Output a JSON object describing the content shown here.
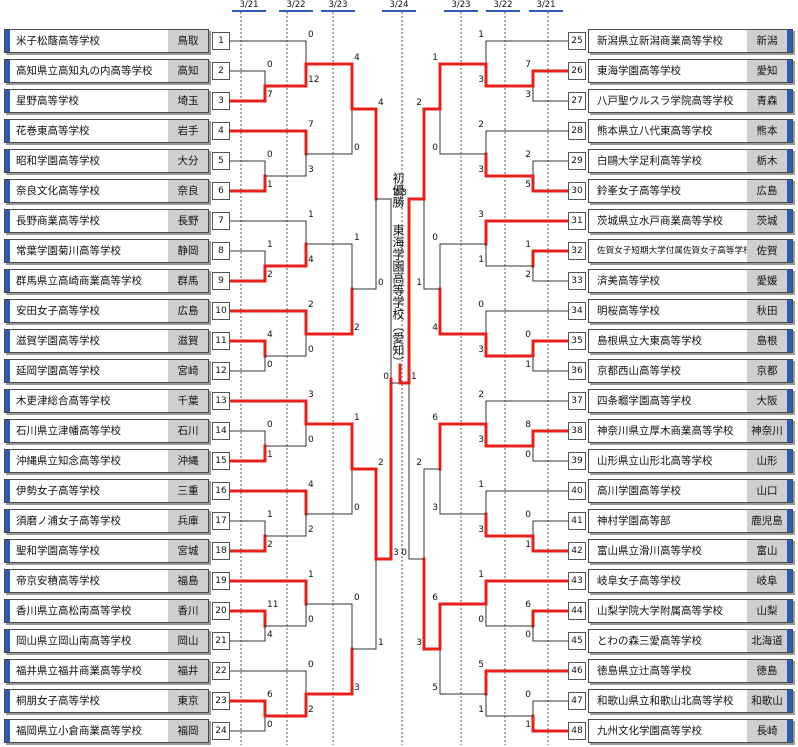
{
  "dates": {
    "left_r1": "3/21",
    "left_r2": "3/22",
    "left_r3": "3/23",
    "final": "3/24",
    "right_r3": "3/23",
    "right_r2": "3/22",
    "right_r1": "3/21"
  },
  "champion": {
    "title": "初優勝",
    "school": "東海学園高等学校（愛知）"
  },
  "colors": {
    "win": "#e8201c",
    "line": "#333333",
    "stripe": "#2d5bb5",
    "pref_bg": "#cfcfcf",
    "date_line": "#2d5bb5"
  },
  "left_teams": [
    {
      "seed": "1",
      "school": "米子松蔭高等学校",
      "pref": "鳥取"
    },
    {
      "seed": "2",
      "school": "高知県立高知丸の内高等学校",
      "pref": "高知"
    },
    {
      "seed": "3",
      "school": "星野高等学校",
      "pref": "埼玉"
    },
    {
      "seed": "4",
      "school": "花巻東高等学校",
      "pref": "岩手"
    },
    {
      "seed": "5",
      "school": "昭和学園高等学校",
      "pref": "大分"
    },
    {
      "seed": "6",
      "school": "奈良文化高等学校",
      "pref": "奈良"
    },
    {
      "seed": "7",
      "school": "長野商業高等学校",
      "pref": "長野"
    },
    {
      "seed": "8",
      "school": "常葉学園菊川高等学校",
      "pref": "静岡"
    },
    {
      "seed": "9",
      "school": "群馬県立高崎商業高等学校",
      "pref": "群馬"
    },
    {
      "seed": "10",
      "school": "安田女子高等学校",
      "pref": "広島"
    },
    {
      "seed": "11",
      "school": "滋賀学園高等学校",
      "pref": "滋賀"
    },
    {
      "seed": "12",
      "school": "延岡学園高等学校",
      "pref": "宮崎"
    },
    {
      "seed": "13",
      "school": "木更津総合高等学校",
      "pref": "千葉"
    },
    {
      "seed": "14",
      "school": "石川県立津幡高等学校",
      "pref": "石川"
    },
    {
      "seed": "15",
      "school": "沖縄県立知念高等学校",
      "pref": "沖縄"
    },
    {
      "seed": "16",
      "school": "伊勢女子高等学校",
      "pref": "三重"
    },
    {
      "seed": "17",
      "school": "須磨ノ浦女子高等学校",
      "pref": "兵庫"
    },
    {
      "seed": "18",
      "school": "聖和学園高等学校",
      "pref": "宮城"
    },
    {
      "seed": "19",
      "school": "帝京安積高等学校",
      "pref": "福島"
    },
    {
      "seed": "20",
      "school": "香川県立高松南高等学校",
      "pref": "香川"
    },
    {
      "seed": "21",
      "school": "岡山県立岡山南高等学校",
      "pref": "岡山"
    },
    {
      "seed": "22",
      "school": "福井県立福井商業高等学校",
      "pref": "福井"
    },
    {
      "seed": "23",
      "school": "桐朋女子高等学校",
      "pref": "東京"
    },
    {
      "seed": "24",
      "school": "福岡県立小倉商業高等学校",
      "pref": "福岡"
    }
  ],
  "right_teams": [
    {
      "seed": "25",
      "school": "新潟県立新潟商業高等学校",
      "pref": "新潟"
    },
    {
      "seed": "26",
      "school": "東海学園高等学校",
      "pref": "愛知"
    },
    {
      "seed": "27",
      "school": "八戸聖ウルスラ学院高等学校",
      "pref": "青森"
    },
    {
      "seed": "28",
      "school": "熊本県立八代東高等学校",
      "pref": "熊本"
    },
    {
      "seed": "29",
      "school": "白鷗大学足利高等学校",
      "pref": "栃木"
    },
    {
      "seed": "30",
      "school": "鈴峯女子高等学校",
      "pref": "広島"
    },
    {
      "seed": "31",
      "school": "茨城県立水戸商業高等学校",
      "pref": "茨城"
    },
    {
      "seed": "32",
      "school": "佐賀女子短期大学付属佐賀女子高等学校",
      "pref": "佐賀"
    },
    {
      "seed": "33",
      "school": "済美高等学校",
      "pref": "愛媛"
    },
    {
      "seed": "34",
      "school": "明桜高等学校",
      "pref": "秋田"
    },
    {
      "seed": "35",
      "school": "島根県立大東高等学校",
      "pref": "島根"
    },
    {
      "seed": "36",
      "school": "京都西山高等学校",
      "pref": "京都"
    },
    {
      "seed": "37",
      "school": "四条畷学園高等学校",
      "pref": "大阪"
    },
    {
      "seed": "38",
      "school": "神奈川県立厚木商業高等学校",
      "pref": "神奈川"
    },
    {
      "seed": "39",
      "school": "山形県立山形北高等学校",
      "pref": "山形"
    },
    {
      "seed": "40",
      "school": "高川学園高等学校",
      "pref": "山口"
    },
    {
      "seed": "41",
      "school": "神村学園高等部",
      "pref": "鹿児島"
    },
    {
      "seed": "42",
      "school": "富山県立滑川高等学校",
      "pref": "富山"
    },
    {
      "seed": "43",
      "school": "岐阜女子高等学校",
      "pref": "岐阜"
    },
    {
      "seed": "44",
      "school": "山梨学院大学附属高等学校",
      "pref": "山梨"
    },
    {
      "seed": "45",
      "school": "とわの森三愛高等学校",
      "pref": "北海道"
    },
    {
      "seed": "46",
      "school": "徳島県立辻高等学校",
      "pref": "徳島"
    },
    {
      "seed": "47",
      "school": "和歌山県立和歌山北高等学校",
      "pref": "和歌山"
    },
    {
      "seed": "48",
      "school": "九州文化学園高等学校",
      "pref": "長崎"
    }
  ],
  "left_r1": [
    {
      "top_score": "0",
      "bottom_score": "7",
      "winner": "bottom"
    },
    {
      "top_score": "0",
      "bottom_score": "1",
      "winner": "bottom"
    },
    {
      "top_score": "1",
      "bottom_score": "2",
      "winner": "bottom"
    },
    {
      "top_score": "4",
      "bottom_score": "0",
      "winner": "top"
    },
    {
      "top_score": "0",
      "bottom_score": "1",
      "winner": "bottom"
    },
    {
      "top_score": "1",
      "bottom_score": "2",
      "winner": "bottom"
    },
    {
      "top_score": "11",
      "bottom_score": "4",
      "winner": "top"
    },
    {
      "top_score": "6",
      "bottom_score": "0",
      "winner": "top"
    }
  ],
  "left_r2": [
    {
      "top_score": "0",
      "bottom_score": "12",
      "winner": "bottom"
    },
    {
      "top_score": "7",
      "bottom_score": "3",
      "winner": "top"
    },
    {
      "top_score": "1",
      "bottom_score": "4",
      "winner": "bottom"
    },
    {
      "top_score": "2",
      "bottom_score": "0",
      "winner": "top"
    },
    {
      "top_score": "3",
      "bottom_score": "0",
      "winner": "top"
    },
    {
      "top_score": "4",
      "bottom_score": "2",
      "winner": "top"
    },
    {
      "top_score": "1",
      "bottom_score": "0",
      "winner": "top"
    },
    {
      "top_score": "0",
      "bottom_score": "2",
      "winner": "bottom"
    }
  ],
  "left_r3": [
    {
      "top_score": "4",
      "bottom_score": "0",
      "winner": "top"
    },
    {
      "top_score": "1",
      "bottom_score": "2",
      "winner": "bottom"
    },
    {
      "top_score": "1",
      "bottom_score": "0",
      "winner": "top"
    },
    {
      "top_score": "0",
      "bottom_score": "3",
      "winner": "bottom"
    }
  ],
  "left_qf": [
    {
      "top_score": "4",
      "bottom_score": "0",
      "winner": "top"
    },
    {
      "top_score": "2",
      "bottom_score": "1",
      "winner": "top"
    }
  ],
  "left_sf": {
    "top_score": "2",
    "bottom_score": "3",
    "winner": "bottom"
  },
  "right_r1": [
    {
      "top_score": "7",
      "bottom_score": "3",
      "winner": "top"
    },
    {
      "top_score": "2",
      "bottom_score": "5",
      "winner": "bottom"
    },
    {
      "top_score": "1",
      "bottom_score": "2",
      "winner": "top"
    },
    {
      "top_score": "0",
      "bottom_score": "1",
      "winner": "top"
    },
    {
      "top_score": "8",
      "bottom_score": "0",
      "winner": "top"
    },
    {
      "top_score": "0",
      "bottom_score": "1",
      "winner": "bottom"
    },
    {
      "top_score": "6",
      "bottom_score": "0",
      "winner": "top"
    },
    {
      "top_score": "0",
      "bottom_score": "1",
      "winner": "bottom"
    }
  ],
  "right_r2": [
    {
      "top_score": "1",
      "bottom_score": "3",
      "winner": "bottom"
    },
    {
      "top_score": "2",
      "bottom_score": "3",
      "winner": "bottom"
    },
    {
      "top_score": "3",
      "bottom_score": "1",
      "winner": "top"
    },
    {
      "top_score": "0",
      "bottom_score": "3",
      "winner": "bottom"
    },
    {
      "top_score": "2",
      "bottom_score": "3",
      "winner": "bottom"
    },
    {
      "top_score": "1",
      "bottom_score": "3",
      "winner": "bottom"
    },
    {
      "top_score": "1",
      "bottom_score": "0",
      "winner": "top"
    },
    {
      "top_score": "5",
      "bottom_score": "1",
      "winner": "top"
    }
  ],
  "right_r3": [
    {
      "top_score": "1",
      "bottom_score": "0",
      "winner": "top"
    },
    {
      "top_score": "0",
      "bottom_score": "4",
      "winner": "bottom"
    },
    {
      "top_score": "6",
      "bottom_score": "3",
      "winner": "top"
    },
    {
      "top_score": "6",
      "bottom_score": "5",
      "winner": "top"
    }
  ],
  "right_qf": [
    {
      "top_score": "2",
      "bottom_score": "1",
      "winner": "top"
    },
    {
      "top_score": "2",
      "bottom_score": "3",
      "winner": "bottom"
    }
  ],
  "right_sf": {
    "top_score": "3",
    "bottom_score": "0",
    "winner": "top"
  },
  "final": {
    "left_score": "0",
    "right_score": "1",
    "winner": "right"
  }
}
